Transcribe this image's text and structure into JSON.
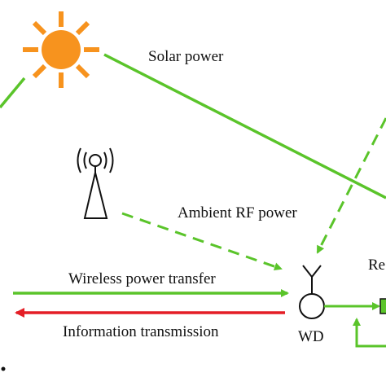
{
  "labels": {
    "solar": "Solar power",
    "ambient": "Ambient RF power",
    "wpt": "Wireless power transfer",
    "info": "Information transmission",
    "wd": "WD",
    "cut": "Re"
  },
  "icons": {
    "sun": "sun-icon",
    "rf_tower": "rf-transmitter-icon",
    "wd_antenna": "antenna-icon",
    "component": "circuit-block-icon"
  },
  "colors": {
    "sun": "#f7931e",
    "power": "#5ac42a",
    "info": "#e41e26",
    "stroke": "#111111"
  }
}
